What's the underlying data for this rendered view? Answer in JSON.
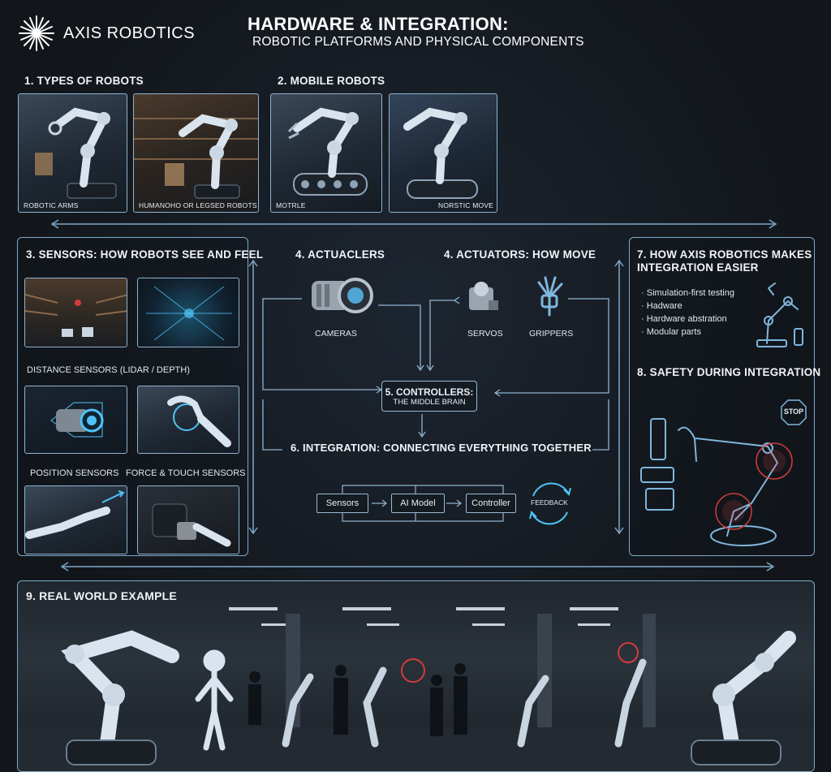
{
  "header": {
    "brand": "AXIS ROBOTICS",
    "title": "HARDWARE & INTEGRATION:",
    "subtitle": "ROBOTIC PLATFORMS AND PHYSICAL COMPONENTS"
  },
  "section1": {
    "title": "1. TYPES OF ROBOTS",
    "items": [
      "ROBOTIC ARMS",
      "HUMANOHO OR LEGSED ROBOTS"
    ]
  },
  "section2": {
    "title": "2. MOBILE ROBOTS",
    "items": [
      "MOTRLE",
      "NORSTIC MOVE"
    ]
  },
  "section3": {
    "title": "3. SENSORS: HOW ROBOTS SEE AND FEEL",
    "distance_label": "DISTANCE SENSORS (LIDAR / DEPTH)",
    "position_label": "POSITION SENSORS",
    "force_label": "FORCE & TOUCH SENSORS"
  },
  "section4a": {
    "title": "4. ACTUACLERS",
    "item": "CAMERAS"
  },
  "section4b": {
    "title": "4. ACTUATORS: HOW MOVE",
    "items": [
      "SERVOS",
      "GRIPPERS"
    ]
  },
  "section5": {
    "line1": "5. CONTROLLERS:",
    "line2": "THE MIDDLE BRAIN"
  },
  "section6": {
    "title": "6. INTEGRATION: CONNECTING EVERYTHING TOGETHER",
    "boxes": [
      "Sensors",
      "AI Model",
      "Controller"
    ],
    "feedback": "FEEDBACK"
  },
  "section7": {
    "title_line1": "7. HOW AXIS ROBOTICS MAKES",
    "title_line2": "INTEGRATION EASIER",
    "bullets": [
      "Simulation-first testing",
      "Hadware",
      "Hardware abstration",
      "Modular parts"
    ]
  },
  "section8": {
    "title": "8. SAFETY DURING INTEGRATION",
    "stop": "STOP"
  },
  "section9": {
    "title": "9. REAL WORLD EXAMPLE"
  },
  "colors": {
    "accent": "#7fa9c9",
    "glow": "#4fc3f7",
    "warning": "#d23b3b"
  }
}
